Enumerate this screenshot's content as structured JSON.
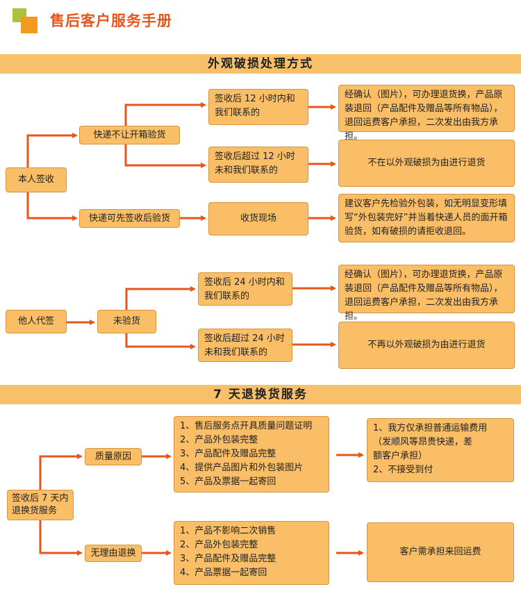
{
  "header": {
    "title": "售后客户服务手册"
  },
  "section1": {
    "banner": "外观破损处理方式",
    "self_sign": "本人签收",
    "no_open": "快递不让开箱验货",
    "can_open": "快递可先签收后验货",
    "within12": "签收后 12 小时内和\n我们联系的",
    "over12": "签收后超过 12 小时\n未和我们联系的",
    "onsite": "收货现场",
    "result_within12": "经确认（图片），可办理退货换，产品原装退回（产品配件及赠品等所有物品），退回运费客户承担，二次发出由我方承担。",
    "result_over12": "不在以外观破损为由进行退货",
    "result_onsite": "建议客户先检验外包装，如无明显变形填写“外包装完好”并当着快递人员的面开箱验货，如有破损的请拒收退回。",
    "proxy_sign": "他人代签",
    "not_inspected": "未验货",
    "within24": "签收后 24 小时内和\n我们联系的",
    "over24": "签收后超过 24 小时\n未和我们联系的",
    "result_within24": "经确认（图片），可办理退货换，产品原装退回（产品配件及赠品等所有物品），退回运费客户承担，二次发出由我方承担。",
    "result_over24": "不再以外观破损为由进行退货"
  },
  "section2": {
    "banner": "7 天退换货服务",
    "root": "签收后 7 天内\n退换货服务",
    "quality": "质量原因",
    "no_reason": "无理由退换",
    "quality_reqs": "1、售后服务点开具质量问题证明\n2、产品外包装完整\n3、产品配件及赠品完整\n4、提供产品图片和外包装图片\n5、产品及票据一起寄回",
    "noreason_reqs": "1、产品不影响二次销售\n2、产品外包装完整\n3、产品配件及赠品完整\n4、产品票据一起寄回",
    "quality_result": "1、我方仅承担普通运输费用\n（发顺风等昂贵快递，差\n额客户承担）\n2、不接受到付",
    "noreason_result": "客户需承担来回运费"
  },
  "colors": {
    "box_fill": "#f9be66",
    "arrow": "#e8541a",
    "title": "#e8541a",
    "banner": "#f8c06a"
  }
}
